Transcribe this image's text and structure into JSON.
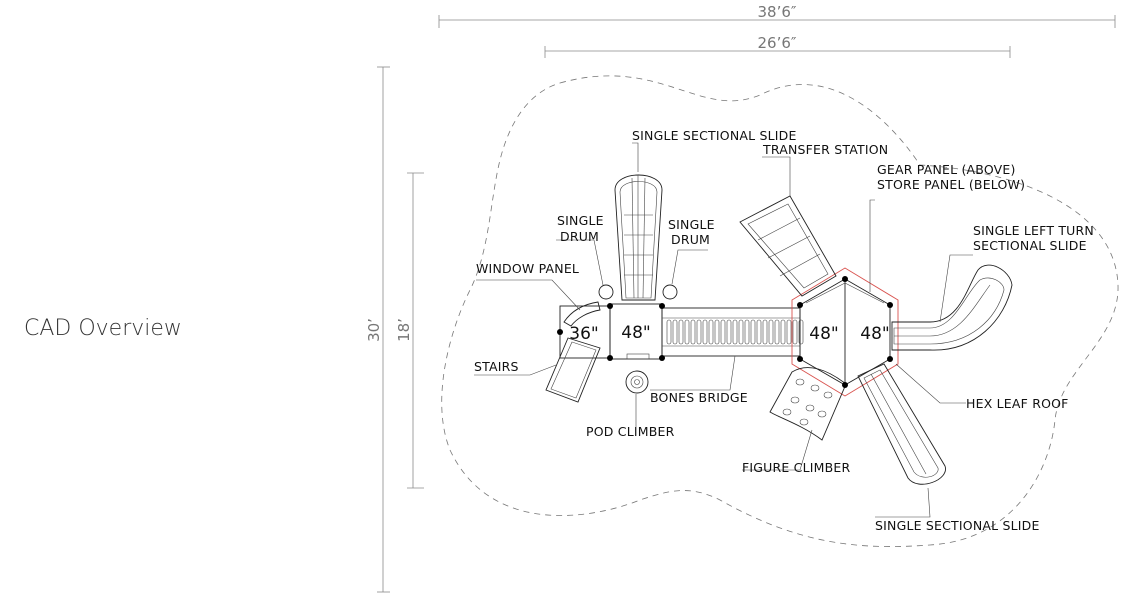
{
  "page_title": "CAD Overview",
  "dimensions": {
    "overall_width": "38’6″",
    "structure_width": "26’6″",
    "overall_depth": "30’",
    "structure_depth": "18’"
  },
  "decks": {
    "deck_36": "36\"",
    "deck_48_left": "48\"",
    "deck_48_hex_left": "48\"",
    "deck_48_hex_right": "48\""
  },
  "callouts": {
    "single_sectional_slide_top": "SINGLE SECTIONAL SLIDE",
    "transfer_station": "TRANSFER STATION",
    "gear_panel_line1": "GEAR PANEL (ABOVE)",
    "gear_panel_line2": "STORE PANEL (BELOW)",
    "single_drum_left_line1": "SINGLE",
    "single_drum_left_line2": "DRUM",
    "single_drum_right_line1": "SINGLE",
    "single_drum_right_line2": "DRUM",
    "left_turn_slide_line1": "SINGLE LEFT TURN",
    "left_turn_slide_line2": "SECTIONAL SLIDE",
    "window_panel": "WINDOW PANEL",
    "stairs": "STAIRS",
    "bones_bridge": "BONES BRIDGE",
    "pod_climber": "POD CLIMBER",
    "hex_leaf_roof": "HEX LEAF ROOF",
    "figure_climber": "FIGURE CLIMBER",
    "single_sectional_slide_bottom": "SINGLE SECTIONAL SLIDE"
  },
  "colors": {
    "linework": "#222222",
    "dimension": "#8a8a8a",
    "roof_outline": "#d9534f"
  }
}
